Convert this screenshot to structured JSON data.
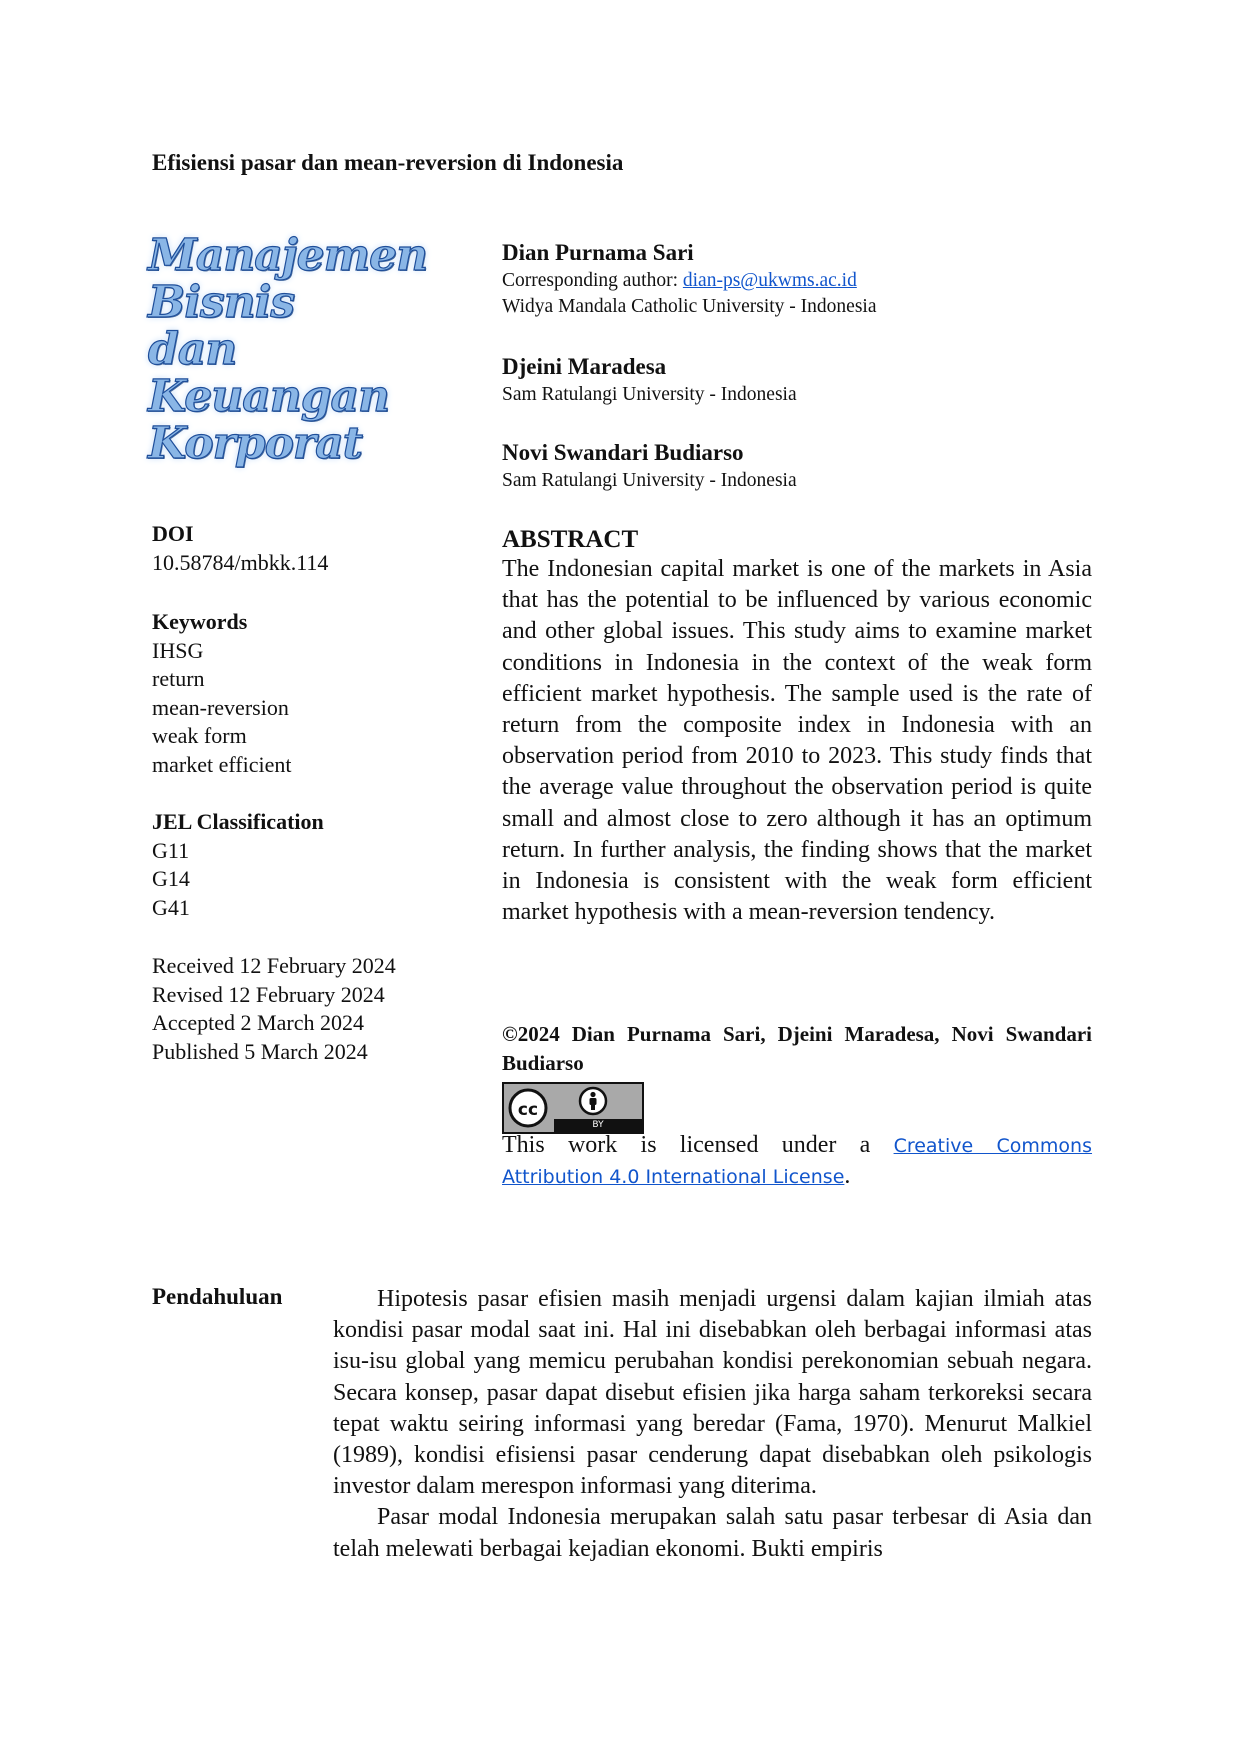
{
  "running_title": "Efisiensi pasar dan mean-reversion di Indonesia",
  "journal_logo": [
    "Manajemen",
    "Bisnis",
    "dan",
    "Keuangan",
    "Korporat"
  ],
  "doi": {
    "label": "DOI",
    "value": "10.58784/mbkk.114"
  },
  "keywords": {
    "label": "Keywords",
    "items": [
      "IHSG",
      "return",
      "mean-reversion",
      "weak form",
      "market efficient"
    ]
  },
  "jel": {
    "label": "JEL Classification",
    "items": [
      "G11",
      "G14",
      "G41"
    ]
  },
  "dates": [
    "Received 12 February 2024",
    "Revised 12 February 2024",
    "Accepted 2 March 2024",
    "Published 5 March 2024"
  ],
  "authors": [
    {
      "name": "Dian Purnama Sari",
      "corr_label": "Corresponding author: ",
      "email": "dian-ps@ukwms.ac.id",
      "affiliation": "Widya Mandala Catholic University - Indonesia"
    },
    {
      "name": "Djeini Maradesa",
      "affiliation": "Sam Ratulangi University - Indonesia"
    },
    {
      "name": "Novi Swandari Budiarso",
      "affiliation": "Sam Ratulangi University - Indonesia"
    }
  ],
  "abstract": {
    "heading": "ABSTRACT",
    "text": "The Indonesian capital market is one of the markets in Asia that has the potential to be influenced by various economic and other global issues. This study aims to examine market conditions in Indonesia in the context of the weak form efficient market hypothesis. The sample used is the rate of return from the composite index in Indonesia with an observation period from 2010 to 2023. This study finds that the average value throughout the observation period is quite small and almost close to zero although it has an optimum return. In further analysis, the finding shows that the market in Indonesia is consistent with the weak form efficient market hypothesis with a mean-reversion tendency."
  },
  "copyright": "©2024 Dian Purnama Sari, Djeini Maradesa, Novi Swandari Budiarso",
  "cc_badge_text": "BY",
  "license": {
    "prefix": "This work is licensed under a ",
    "link_part1": "Creative Commons",
    "link_part2": "Attribution 4.0 International License",
    "suffix": "."
  },
  "section": {
    "heading": "Pendahuluan",
    "paragraphs": [
      "Hipotesis pasar efisien masih menjadi urgensi dalam kajian ilmiah atas kondisi pasar modal saat ini. Hal ini disebabkan oleh berbagai informasi atas isu-isu global yang memicu perubahan kondisi perekonomian sebuah negara. Secara konsep, pasar dapat disebut efisien jika harga saham terkoreksi secara tepat waktu seiring informasi yang beredar (Fama, 1970). Menurut Malkiel (1989), kondisi efisiensi pasar cenderung dapat disebabkan oleh psikologis investor dalam merespon informasi yang diterima.",
      "Pasar modal Indonesia merupakan salah satu pasar terbesar di Asia dan telah melewati berbagai kejadian ekonomi. Bukti empiris"
    ]
  }
}
